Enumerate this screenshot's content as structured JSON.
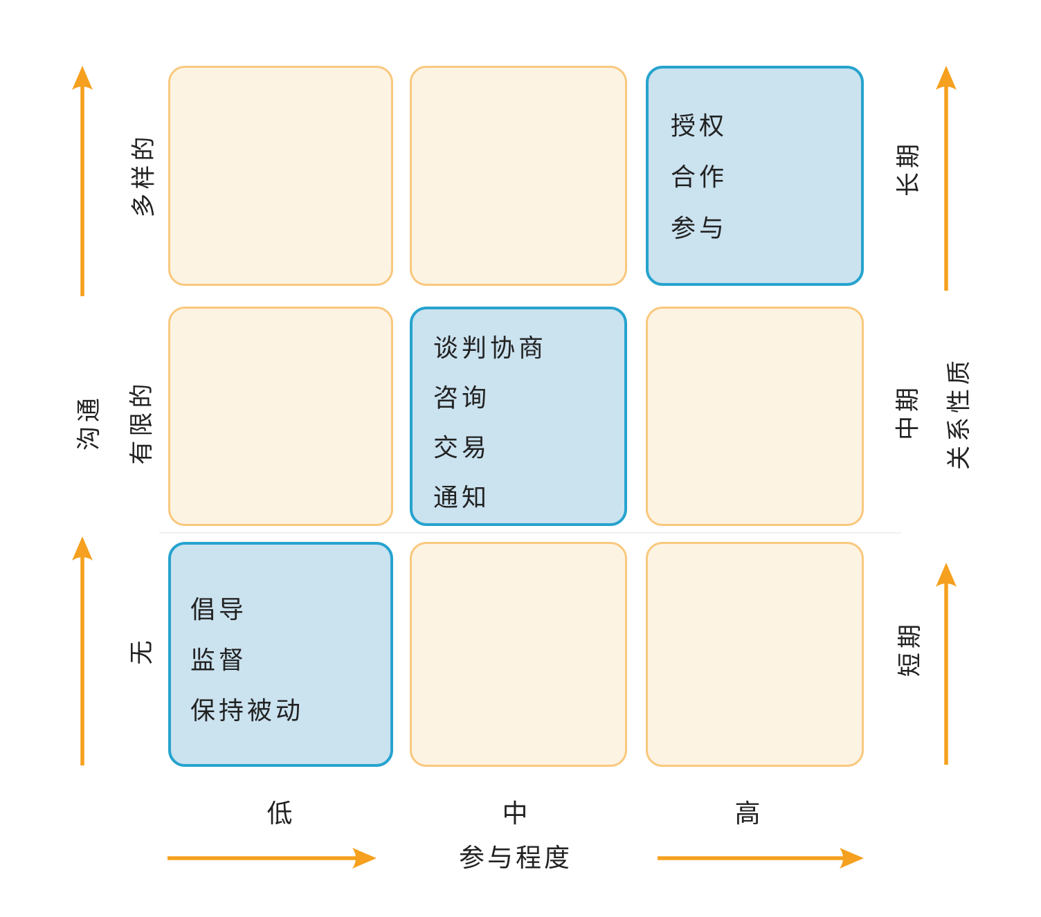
{
  "cells": {
    "top_right": {
      "lines": [
        "授权",
        "合作",
        "参与"
      ]
    },
    "center": {
      "lines": [
        "谈判协商",
        "咨询",
        "交易",
        "通知"
      ]
    },
    "bottom_left": {
      "lines": [
        "倡导",
        "监督",
        "保持被动"
      ]
    }
  },
  "left_axis": {
    "title": "沟通",
    "top_label": "多样的",
    "middle_label": "有限的",
    "bottom_label": "无"
  },
  "right_axis": {
    "title": "关系性质",
    "top_label": "长期",
    "middle_label": "中期",
    "bottom_label": "短期"
  },
  "bottom_axis": {
    "title": "参与程度",
    "low_label": "低",
    "mid_label": "中",
    "high_label": "高"
  },
  "colors": {
    "accent_orange": "#F5A01E",
    "cell_cream_fill": "#FDF3E2",
    "cell_cream_border": "#F9C87E",
    "cell_blue_fill": "#CBE2EF",
    "cell_blue_border": "#26A3CE",
    "text": "#222222"
  }
}
